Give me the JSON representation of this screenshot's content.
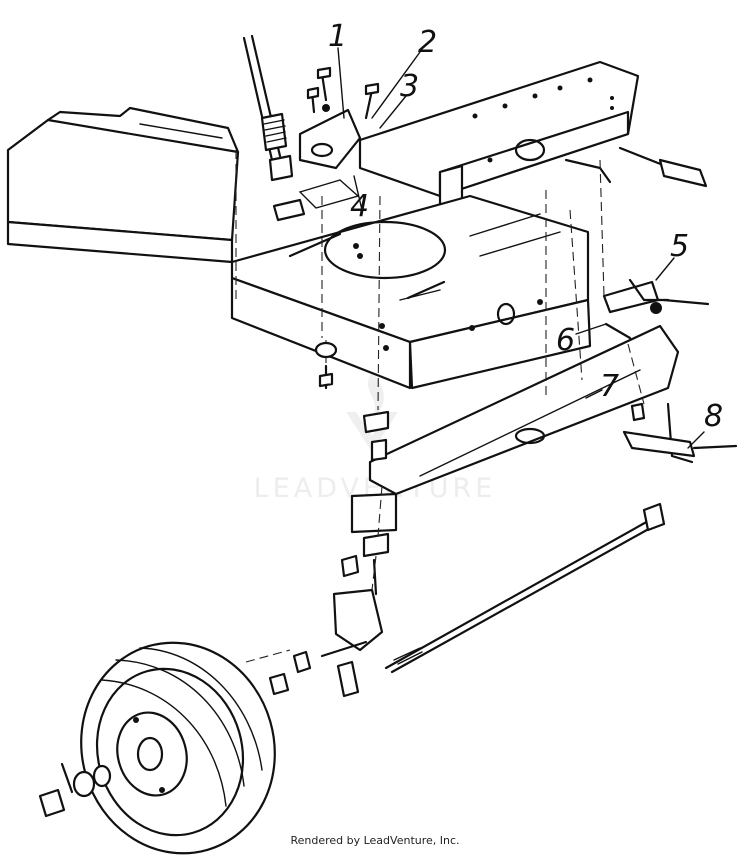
{
  "callouts": [
    {
      "id": "1",
      "label": "1"
    },
    {
      "id": "2",
      "label": "2"
    },
    {
      "id": "3",
      "label": "3"
    },
    {
      "id": "4",
      "label": "4"
    },
    {
      "id": "5",
      "label": "5"
    },
    {
      "id": "6",
      "label": "6"
    },
    {
      "id": "7",
      "label": "7"
    },
    {
      "id": "8",
      "label": "8"
    }
  ],
  "watermark": {
    "text": "LEADVENTURE"
  },
  "footer": {
    "text": "Rendered by LeadVenture, Inc."
  }
}
